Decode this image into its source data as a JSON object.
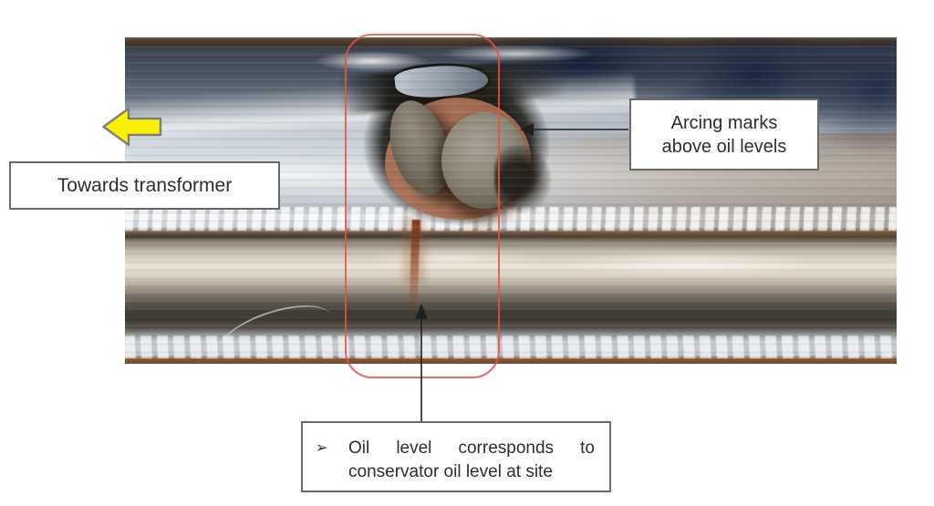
{
  "annotations": {
    "towards_transformer": {
      "label": "Towards transformer"
    },
    "arcing_marks": {
      "lines": [
        "Arcing marks",
        "above oil levels"
      ]
    },
    "oil_level": {
      "bullet": "➢",
      "lines": [
        "Oil level corresponds to",
        "conservator oil level at site"
      ]
    }
  },
  "colors": {
    "highlight_box_red": "#e2544a",
    "direction_arrow_yellow": "#f8f100",
    "arrow_outline_gray": "#7d7d7d",
    "label_border_gray": "#696969",
    "label_text": "#2e2e2e",
    "connector_black": "#1f1f1f",
    "background": "#ffffff"
  }
}
